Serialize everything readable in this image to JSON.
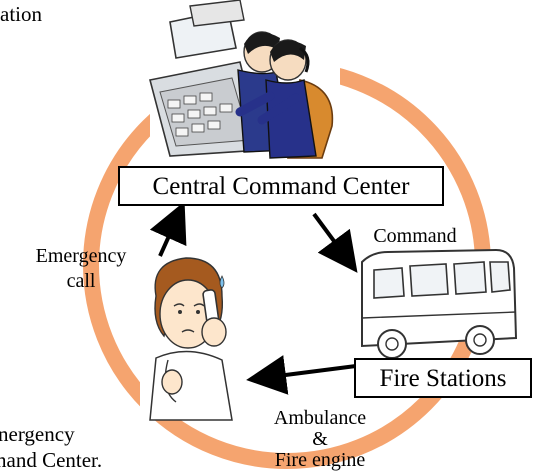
{
  "colors": {
    "ring": "#f5a46f",
    "arrow": "#000000",
    "box_border": "#000000"
  },
  "cut_text": {
    "top_left": "ation",
    "bottom_left_1": "nergency",
    "bottom_left_2": "nand Center."
  },
  "nodes": {
    "command_center": {
      "label": "Central Command Center"
    },
    "fire_stations": {
      "label": "Fire Stations"
    },
    "caller": {
      "icon": "woman-on-phone"
    },
    "vehicle": {
      "icon": "ambulance-van"
    },
    "operators": {
      "icon": "dispatch-operators"
    }
  },
  "edges": {
    "emergency_call": {
      "line1": "Emergency",
      "line2": "call"
    },
    "command": {
      "label": "Command"
    },
    "dispatch": {
      "line1": "Ambulance",
      "line2": "&",
      "line3": "Fire engine"
    }
  }
}
